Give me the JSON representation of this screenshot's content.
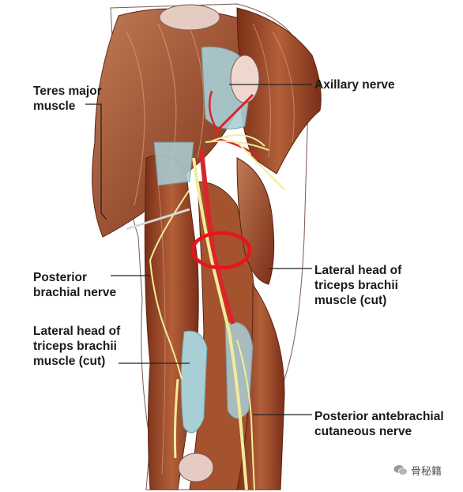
{
  "labels": {
    "teres_major": [
      "Teres major",
      "muscle"
    ],
    "axillary": [
      "Axillary nerve"
    ],
    "posterior_brachial": [
      "Posterior",
      "brachial nerve"
    ],
    "lateral_head_right": [
      "Lateral head of",
      "triceps brachii",
      "muscle (cut)"
    ],
    "lateral_head_left": [
      "Lateral head of",
      "triceps brachii",
      "muscle (cut)"
    ],
    "posterior_antebrachial": [
      "Posterior antebrachial",
      "cutaneous nerve"
    ]
  },
  "watermark": {
    "text": "骨秘籍",
    "icon": "wechat-icon"
  },
  "highlight": {
    "shape": "ellipse",
    "color": "#e8141b"
  },
  "colors": {
    "muscle": "#8b3a1f",
    "muscle_light": "#b5623a",
    "nerve": "#f2ec9a",
    "artery": "#d8262a",
    "tendon": "#a9cfd6",
    "bone": "#e3c9c2"
  }
}
